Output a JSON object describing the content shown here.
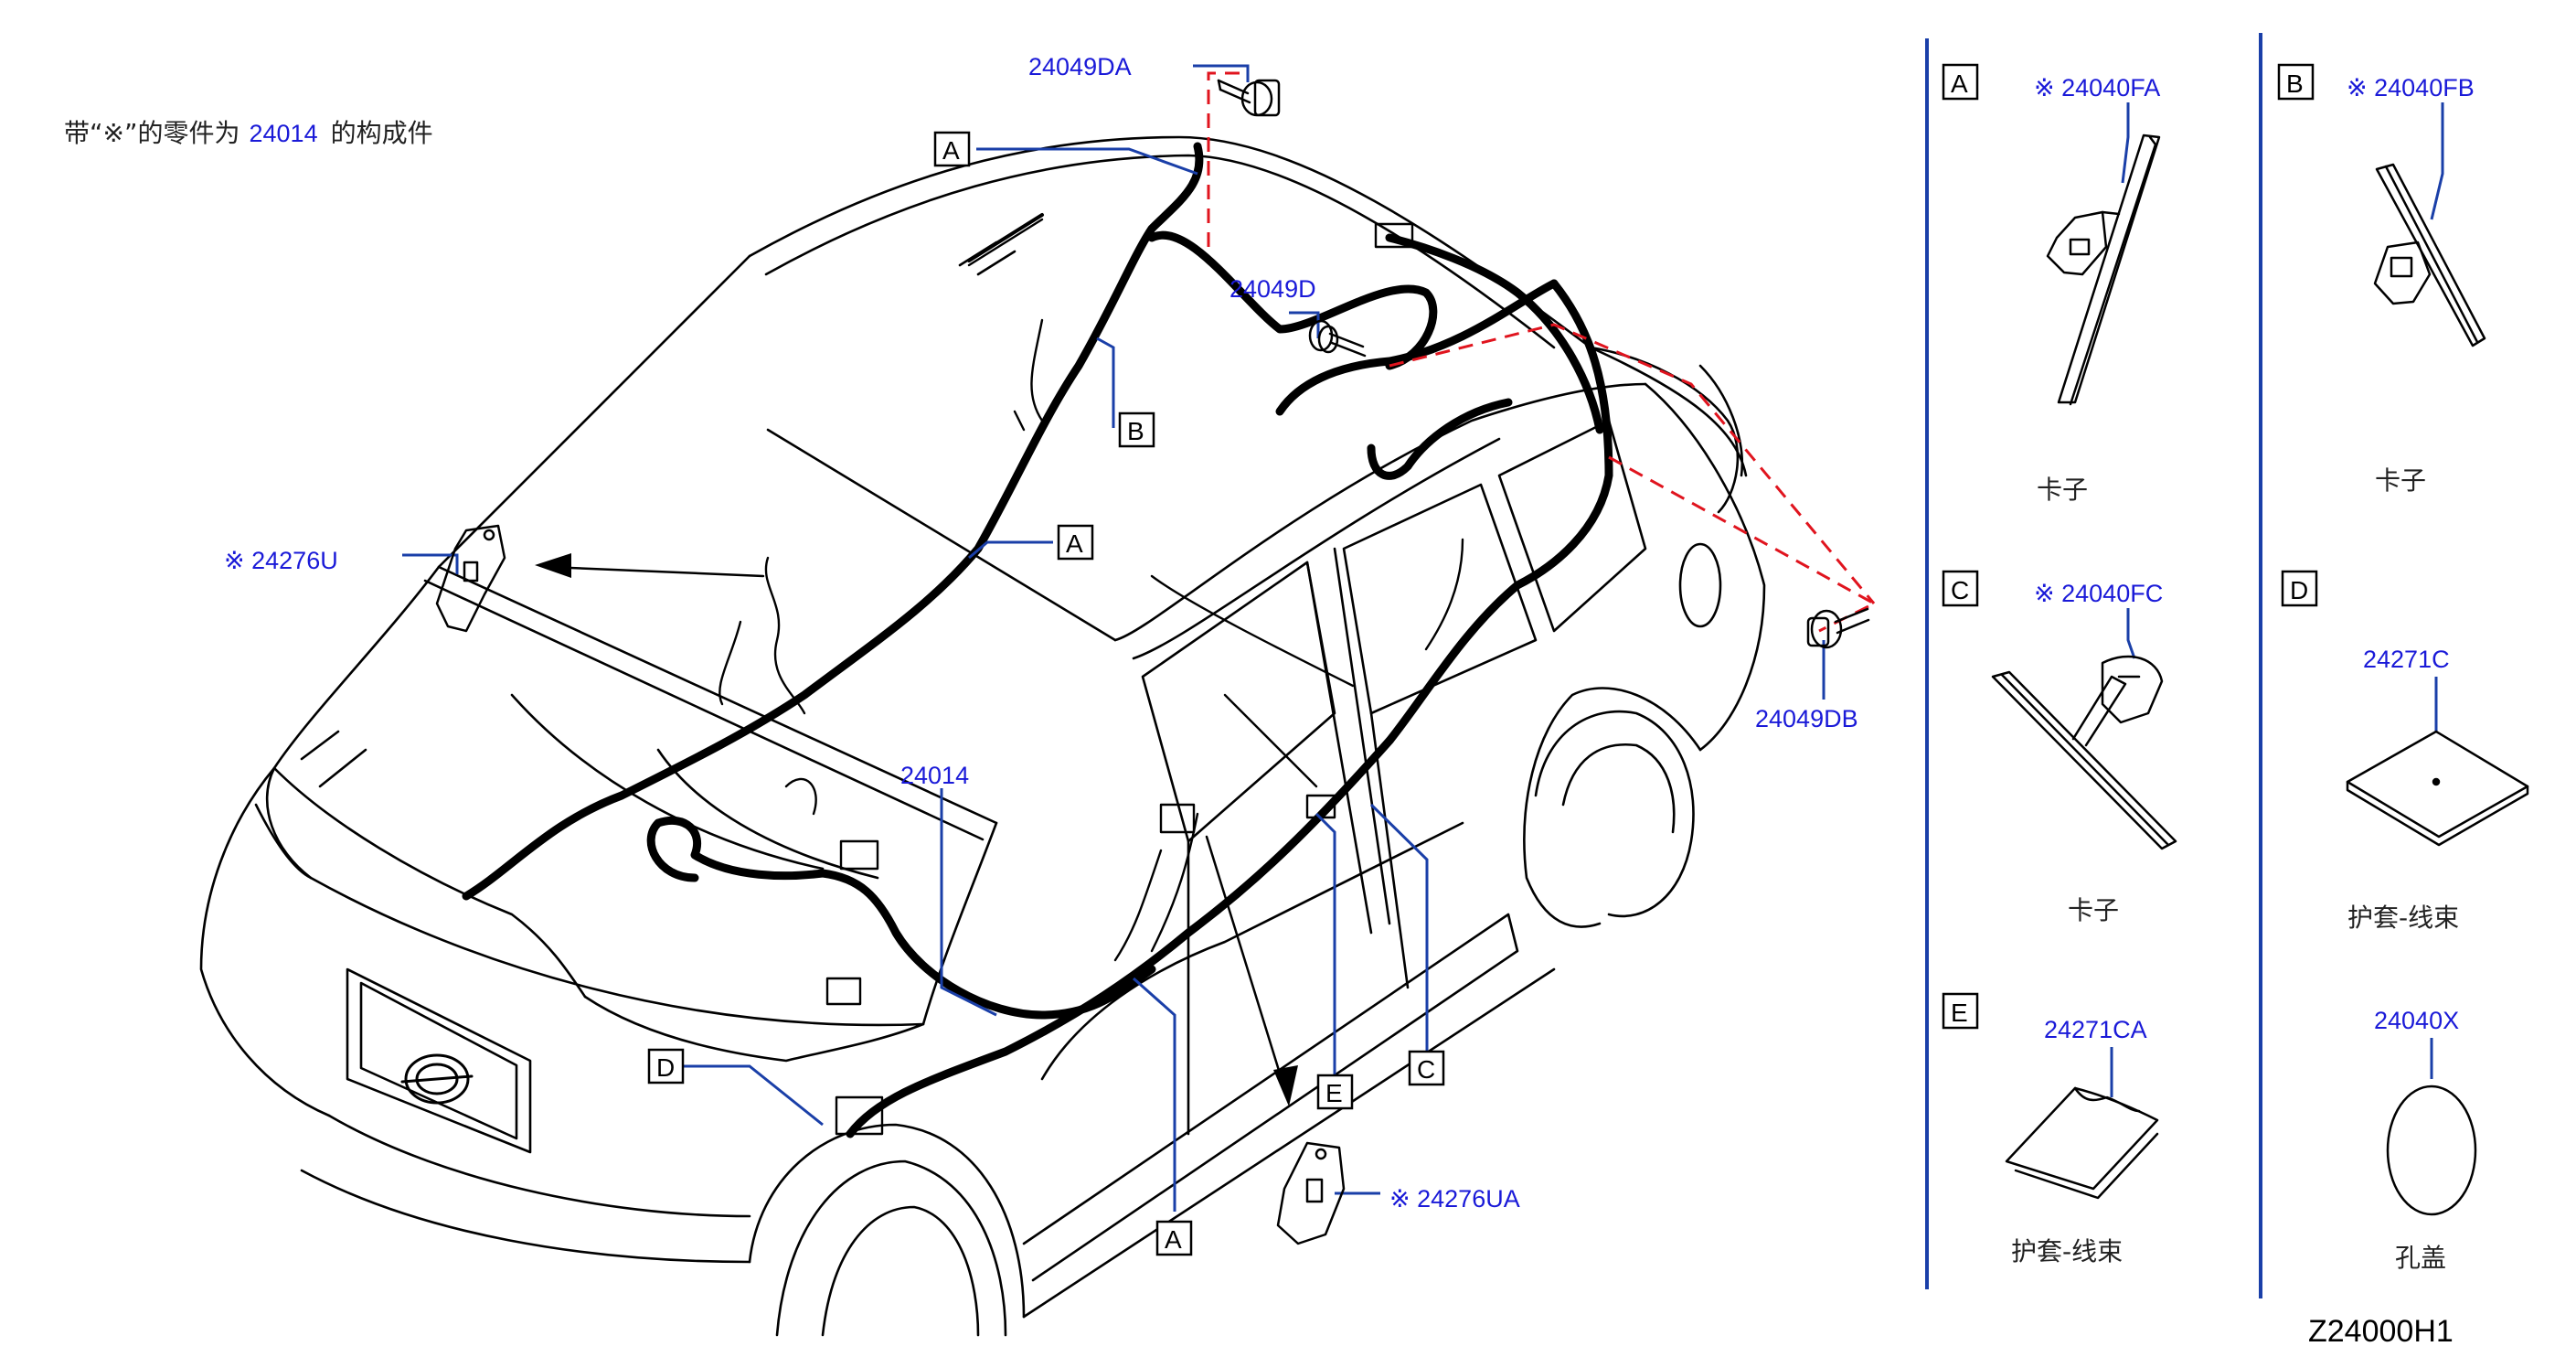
{
  "note": {
    "prefix": "带“",
    "mark": "※",
    "middle": "”的零件为",
    "part": "24014",
    "suffix": "的构成件"
  },
  "colors": {
    "part_number": "#1a1ad8",
    "leader_line": "#1a3fa8",
    "dashed_guide": "#e0141e",
    "divider": "#1a3fa8"
  },
  "callouts": {
    "p24049DA": "24049DA",
    "p24049D": "24049D",
    "p24049DB": "24049DB",
    "p24276U": "※ 24276U",
    "p24276UA": "※ 24276UA",
    "p24014": "24014"
  },
  "box_labels": {
    "a": "A",
    "b": "B",
    "c": "C",
    "d": "D",
    "e": "E"
  },
  "legend": {
    "A": {
      "letter": "A",
      "part": "※ 24040FA",
      "name": "卡子"
    },
    "B": {
      "letter": "B",
      "part": "※ 24040FB",
      "name": "卡子"
    },
    "C": {
      "letter": "C",
      "part": "※ 24040FC",
      "name": "卡子"
    },
    "D": {
      "letter": "D",
      "part": "24271C",
      "name": "护套-线束"
    },
    "E": {
      "letter": "E",
      "part": "24271CA",
      "name": "护套-线束"
    },
    "X": {
      "part": "24040X",
      "name": "孔盖"
    }
  },
  "diagram_code": "Z24000H1"
}
